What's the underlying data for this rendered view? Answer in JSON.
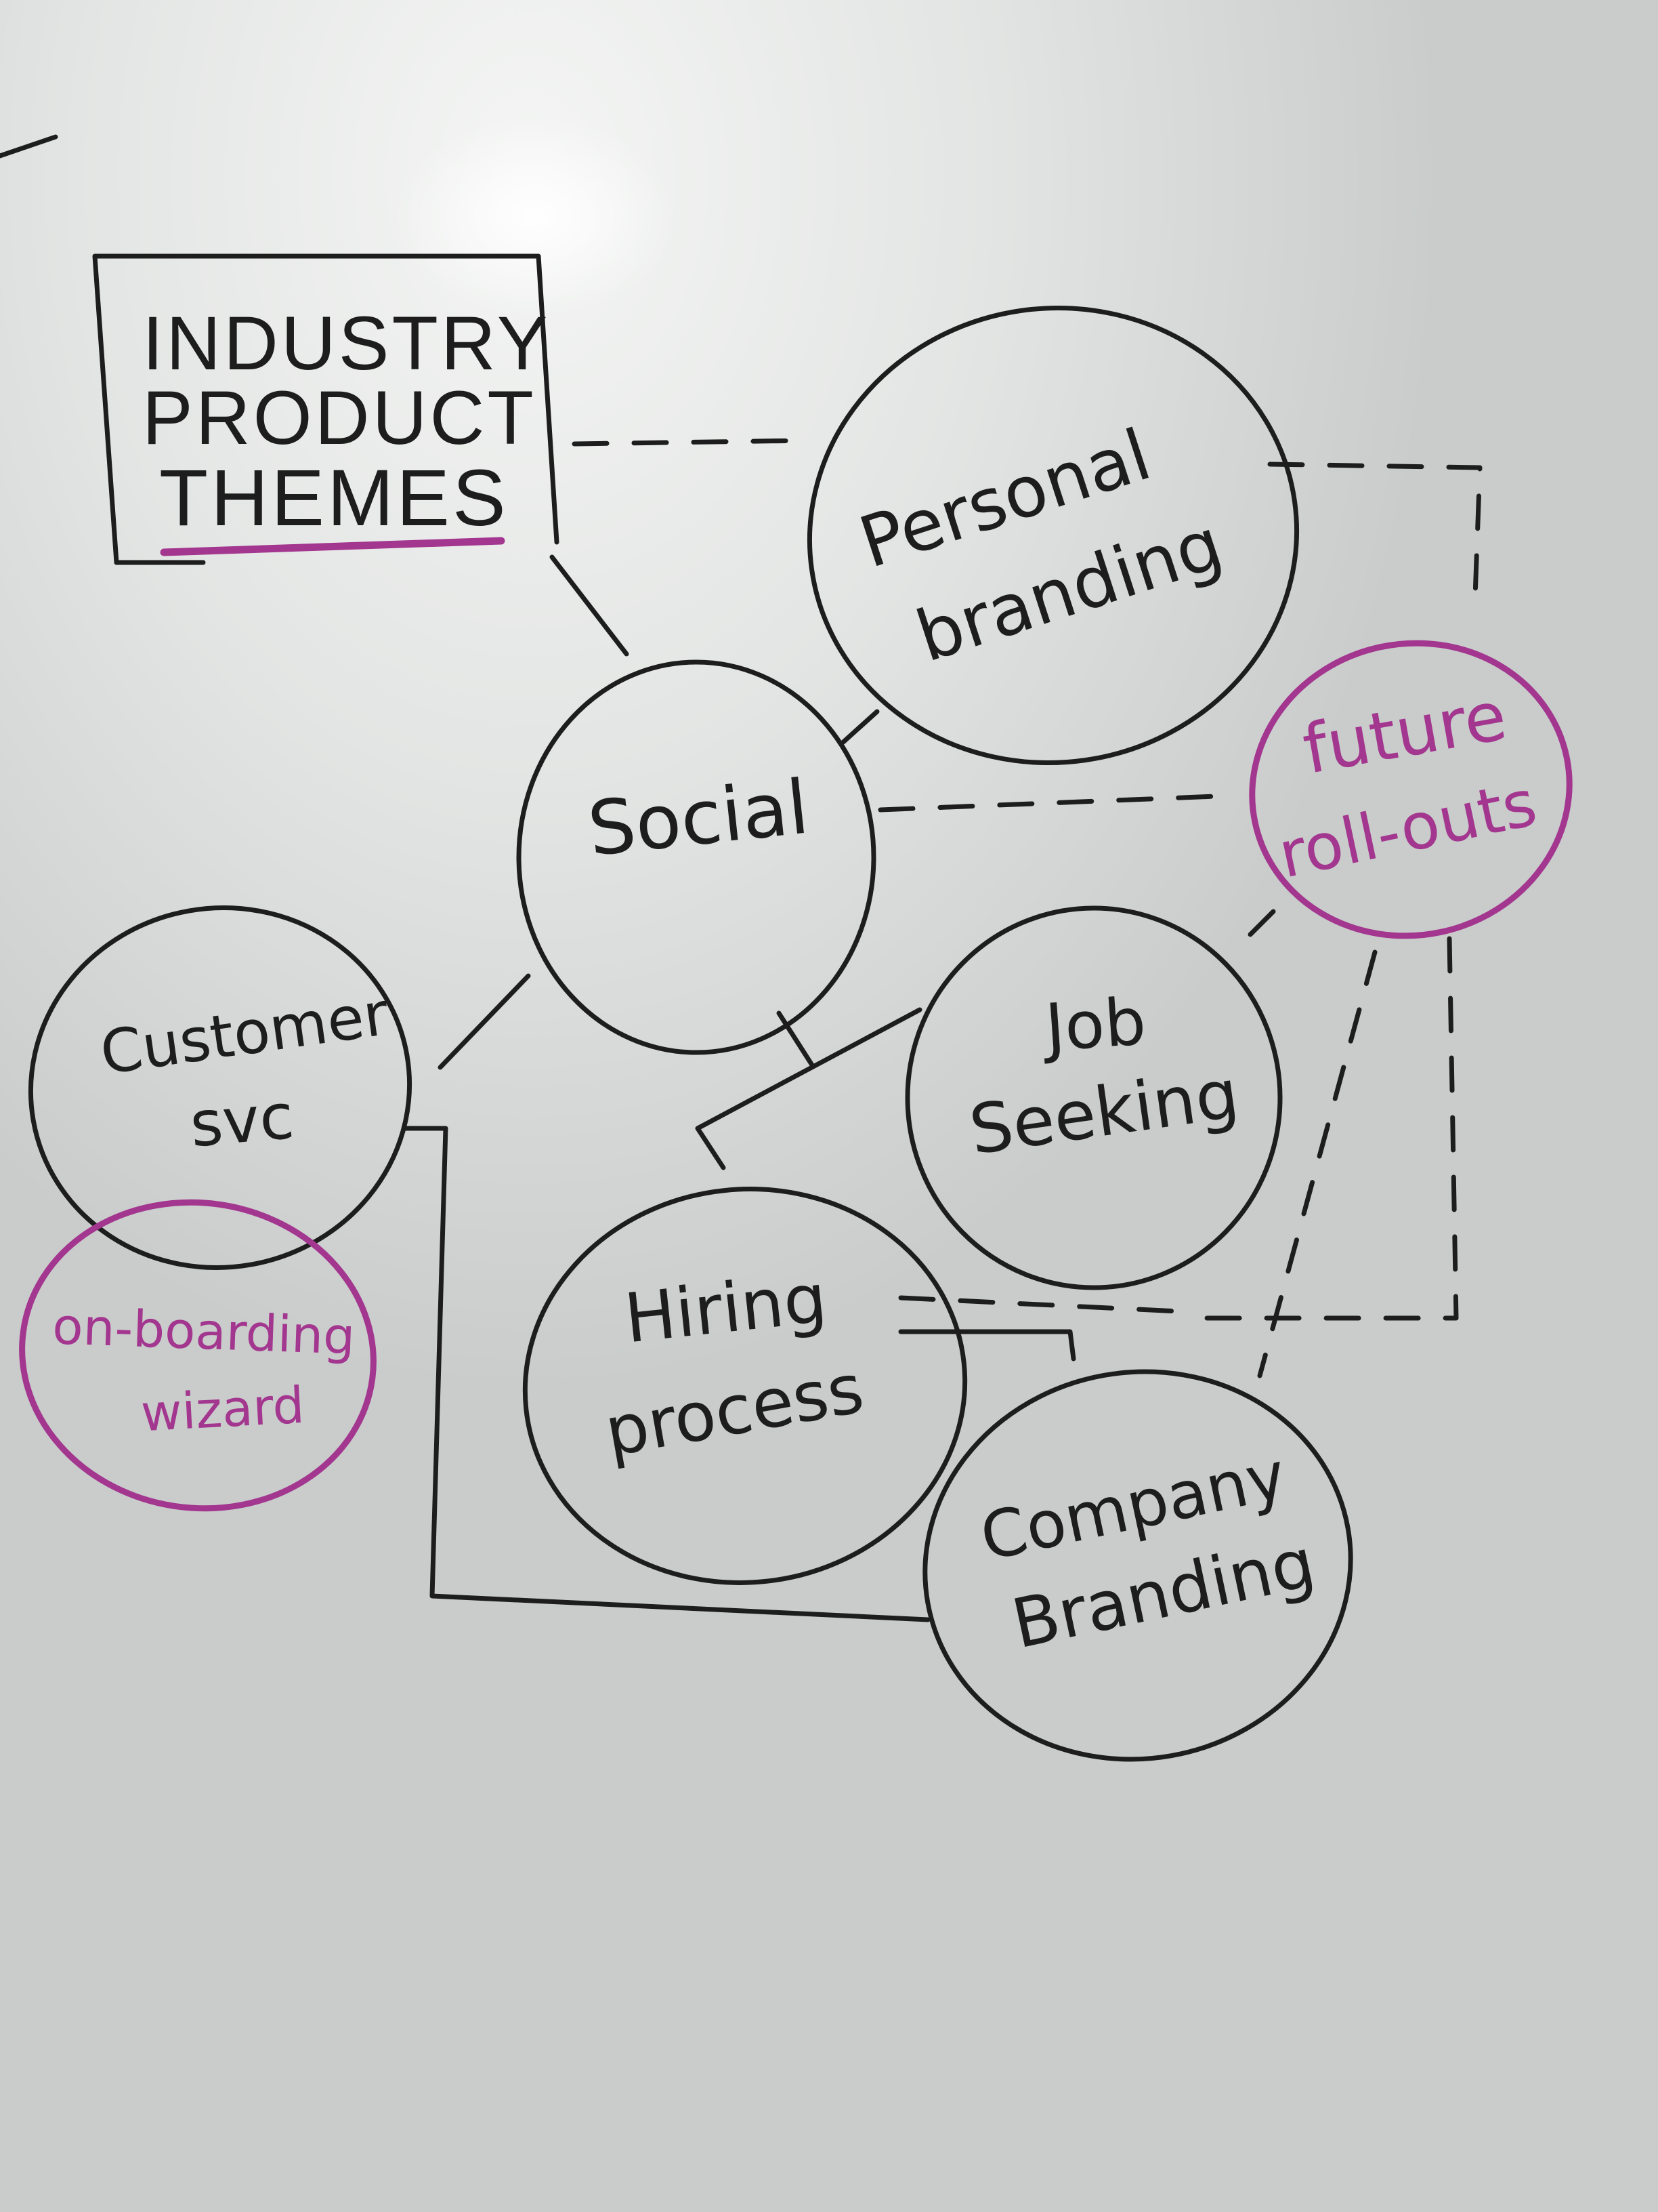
{
  "colors": {
    "ink": "#1d1d1d",
    "accent": "#a3368f",
    "board": "#dcdedd"
  },
  "title": {
    "line1": "INDUSTRY",
    "line2": "PRODUCT",
    "line3": "THEMES"
  },
  "nodes": {
    "personal_branding": {
      "line1": "Personal",
      "line2": "branding"
    },
    "social": {
      "line1": "Social"
    },
    "customer_svc": {
      "line1": "Customer",
      "line2": "svc"
    },
    "job_seeking": {
      "line1": "Job",
      "line2": "Seeking"
    },
    "hiring_process": {
      "line1": "Hiring",
      "line2": "process"
    },
    "company_branding": {
      "line1": "Company",
      "line2": "Branding"
    },
    "future_rollouts": {
      "line1": "future",
      "line2": "roll-outs"
    },
    "onboarding_wizard": {
      "line1": "on-boarding",
      "line2": "wizard"
    }
  }
}
